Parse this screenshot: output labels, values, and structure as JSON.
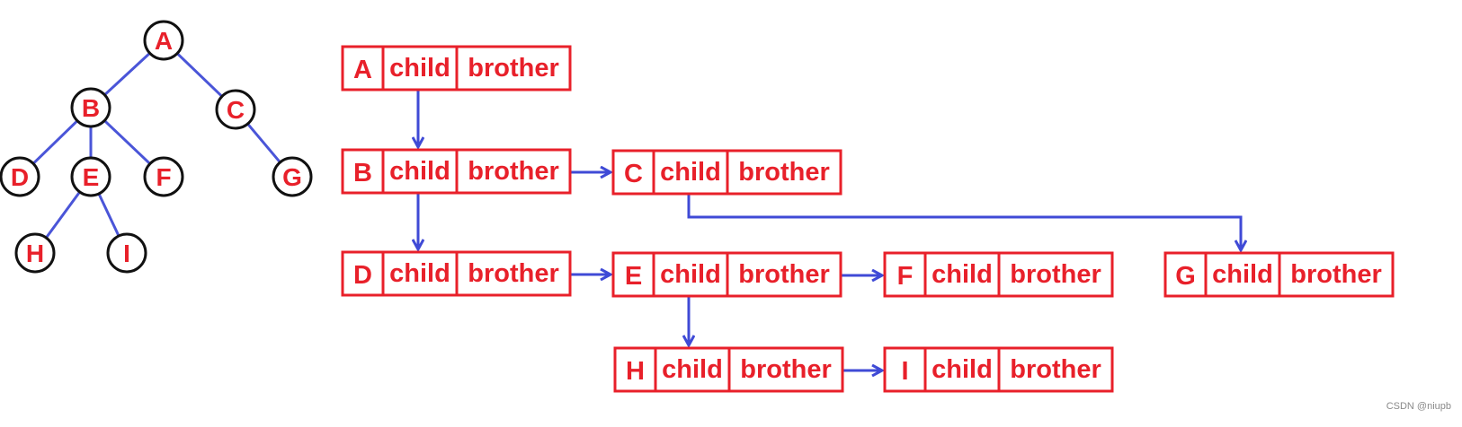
{
  "tree": {
    "nodes": [
      {
        "id": "A",
        "label": "A"
      },
      {
        "id": "B",
        "label": "B"
      },
      {
        "id": "C",
        "label": "C"
      },
      {
        "id": "D",
        "label": "D"
      },
      {
        "id": "E",
        "label": "E"
      },
      {
        "id": "F",
        "label": "F"
      },
      {
        "id": "G",
        "label": "G"
      },
      {
        "id": "H",
        "label": "H"
      },
      {
        "id": "I",
        "label": "I"
      }
    ],
    "edges": [
      [
        "A",
        "B"
      ],
      [
        "A",
        "C"
      ],
      [
        "B",
        "D"
      ],
      [
        "B",
        "E"
      ],
      [
        "B",
        "F"
      ],
      [
        "C",
        "G"
      ],
      [
        "E",
        "H"
      ],
      [
        "E",
        "I"
      ]
    ]
  },
  "list": {
    "child_label": "child",
    "brother_label": "brother",
    "records": [
      {
        "id": "A",
        "label": "A"
      },
      {
        "id": "B",
        "label": "B"
      },
      {
        "id": "C",
        "label": "C"
      },
      {
        "id": "D",
        "label": "D"
      },
      {
        "id": "E",
        "label": "E"
      },
      {
        "id": "F",
        "label": "F"
      },
      {
        "id": "G",
        "label": "G"
      },
      {
        "id": "H",
        "label": "H"
      },
      {
        "id": "I",
        "label": "I"
      }
    ],
    "child_links": [
      [
        "A",
        "B"
      ],
      [
        "B",
        "D"
      ],
      [
        "C",
        "G"
      ],
      [
        "E",
        "H"
      ]
    ],
    "brother_links": [
      [
        "B",
        "C"
      ],
      [
        "D",
        "E"
      ],
      [
        "E",
        "F"
      ],
      [
        "H",
        "I"
      ]
    ]
  },
  "colors": {
    "accent_red": "#e8202a",
    "link_blue": "#3f4ad6",
    "node_outline": "#111111"
  },
  "watermark": "CSDN @niupb"
}
